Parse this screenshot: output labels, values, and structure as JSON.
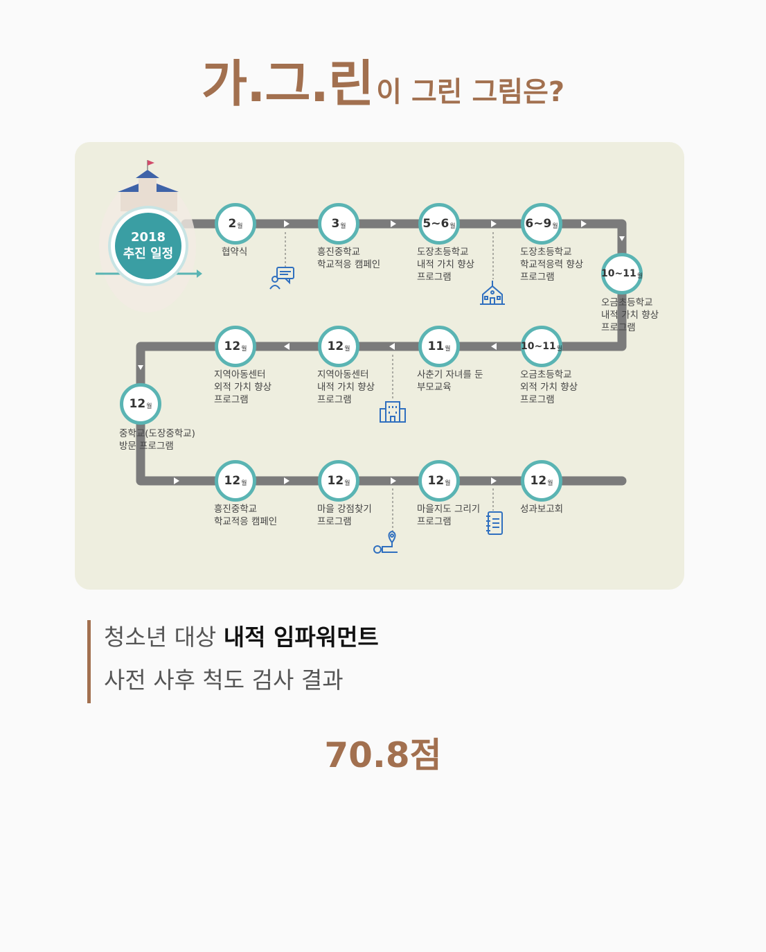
{
  "title": {
    "highlight": "가.그.린",
    "rest": "이 그린 그림은?"
  },
  "schedule": {
    "badge_year": "2018",
    "badge_label": "추진 일정",
    "nodes": [
      {
        "month": "2",
        "unit": "월",
        "label": "협약식"
      },
      {
        "month": "3",
        "unit": "월",
        "label": "흥진중학교\n학교적응 캠페인"
      },
      {
        "month": "5~6",
        "unit": "월",
        "label": "도장초등학교\n내적 가치 향상\n프로그램"
      },
      {
        "month": "6~9",
        "unit": "월",
        "label": "도장초등학교\n학교적응력 향상\n프로그램"
      },
      {
        "month": "10~11",
        "unit": "월",
        "label": "오금초등학교\n내적 가치 향상\n프로그램"
      },
      {
        "month": "10~11",
        "unit": "월",
        "label": "오금초등학교\n외적 가치 향상\n프로그램"
      },
      {
        "month": "11",
        "unit": "월",
        "label": "사춘기 자녀를 둔\n부모교육"
      },
      {
        "month": "12",
        "unit": "월",
        "label": "지역아동센터\n내적 가치 향상\n프로그램"
      },
      {
        "month": "12",
        "unit": "월",
        "label": "지역아동센터\n외적 가치 향상\n프로그램"
      },
      {
        "month": "12",
        "unit": "월",
        "label": "중학교(도장중학교)\n방문 프로그램"
      },
      {
        "month": "12",
        "unit": "월",
        "label": "흥진중학교\n학교적응 캠페인"
      },
      {
        "month": "12",
        "unit": "월",
        "label": "마을 강점찾기\n프로그램"
      },
      {
        "month": "12",
        "unit": "월",
        "label": "마을지도 그리기\n프로그램"
      },
      {
        "month": "12",
        "unit": "월",
        "label": "성과보고회"
      }
    ],
    "icons": [
      "chat-icon",
      "school-icon",
      "building-icon",
      "map-route-icon",
      "notebook-icon"
    ],
    "colors": {
      "node_ring": "#5ab4b3",
      "track": "#7b7b7b",
      "icon": "#2f6fbf",
      "accent": "#a2704f"
    }
  },
  "result": {
    "line1_plain": "청소년 대상 ",
    "line1_bold": "내적 임파워먼트",
    "line2": "사전 사후 척도 검사 결과",
    "score": "70.8점"
  }
}
